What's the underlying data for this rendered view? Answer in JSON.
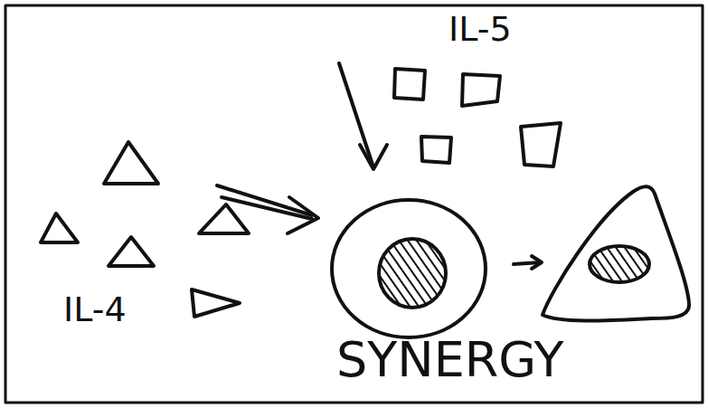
{
  "diagram": {
    "labels": [
      "IL-5",
      "IL-4",
      "SYNERGY"
    ]
  }
}
